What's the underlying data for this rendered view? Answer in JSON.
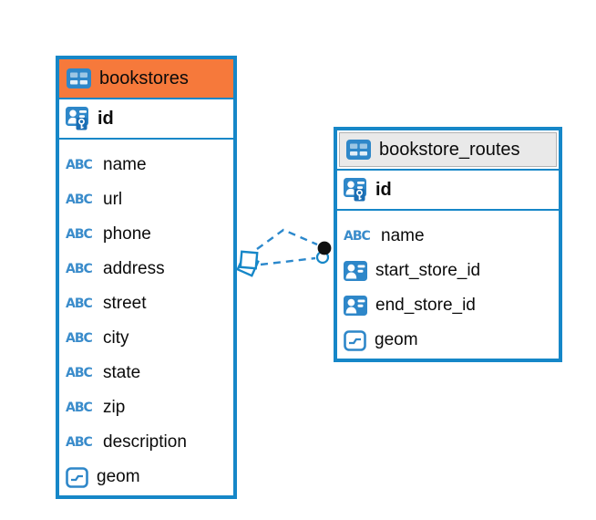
{
  "colors": {
    "accent_blue": "#1687c8",
    "icon_blue": "#2e87c9",
    "header_orange": "#f6793b",
    "header_gray": "#e9e9e9",
    "relationship_line_blue": "#2b88cc",
    "terminator_black": "#111111"
  },
  "icons": {
    "text_type_label": "ABC"
  },
  "tables": [
    {
      "name": "bookstores",
      "header_style": "orange",
      "columns": [
        {
          "name": "id",
          "type": "primary-key"
        },
        {
          "name": "name",
          "type": "text"
        },
        {
          "name": "url",
          "type": "text"
        },
        {
          "name": "phone",
          "type": "text"
        },
        {
          "name": "address",
          "type": "text"
        },
        {
          "name": "street",
          "type": "text"
        },
        {
          "name": "city",
          "type": "text"
        },
        {
          "name": "state",
          "type": "text"
        },
        {
          "name": "zip",
          "type": "text"
        },
        {
          "name": "description",
          "type": "text"
        },
        {
          "name": "geom",
          "type": "geometry"
        }
      ]
    },
    {
      "name": "bookstore_routes",
      "header_style": "gray",
      "columns": [
        {
          "name": "id",
          "type": "primary-key"
        },
        {
          "name": "name",
          "type": "text"
        },
        {
          "name": "start_store_id",
          "type": "foreign-key"
        },
        {
          "name": "end_store_id",
          "type": "foreign-key"
        },
        {
          "name": "geom",
          "type": "geometry"
        }
      ]
    }
  ],
  "relationships": [
    {
      "from": "bookstores",
      "to": "bookstore_routes",
      "via": "start_store_id",
      "style": "dashed"
    },
    {
      "from": "bookstores",
      "to": "bookstore_routes",
      "via": "end_store_id",
      "style": "dashed"
    }
  ]
}
